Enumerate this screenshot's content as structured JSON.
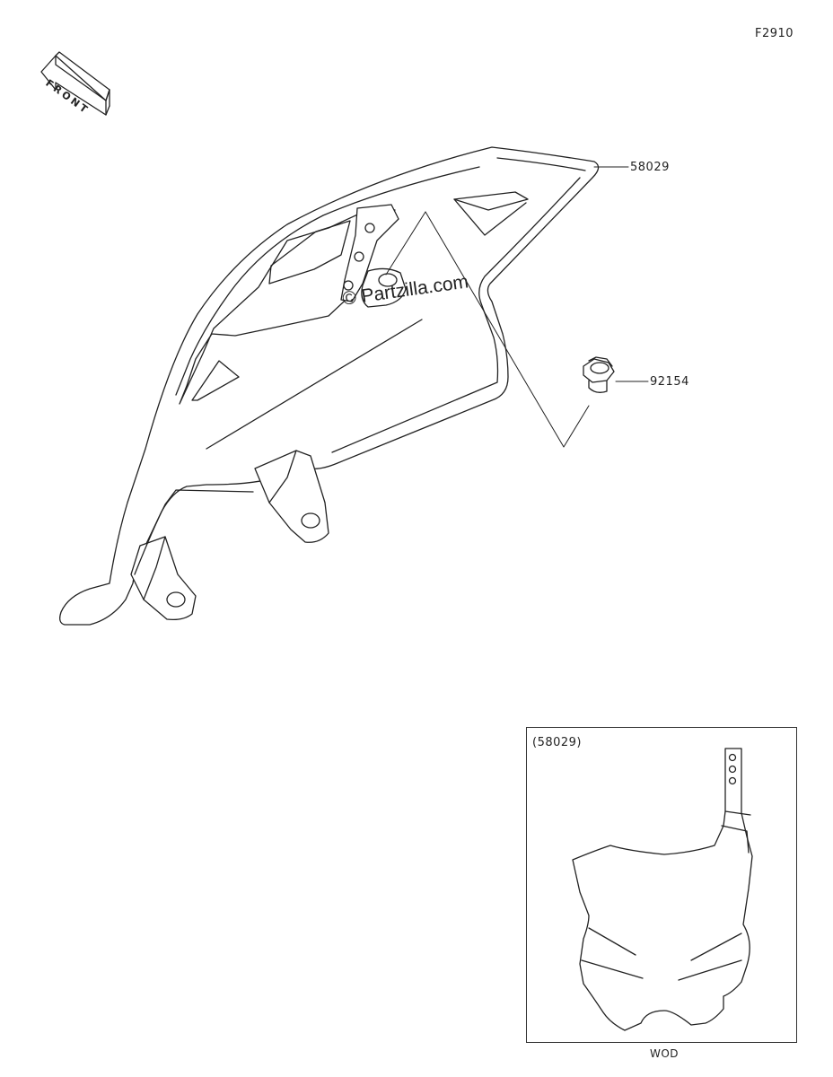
{
  "figure_id": "F2910",
  "front_marker": "FRONT",
  "watermark": "© Partzilla.com",
  "parts": [
    {
      "number": "58029"
    },
    {
      "number": "92154"
    }
  ],
  "inset": {
    "ref": "(58029)",
    "variant": "WOD"
  }
}
